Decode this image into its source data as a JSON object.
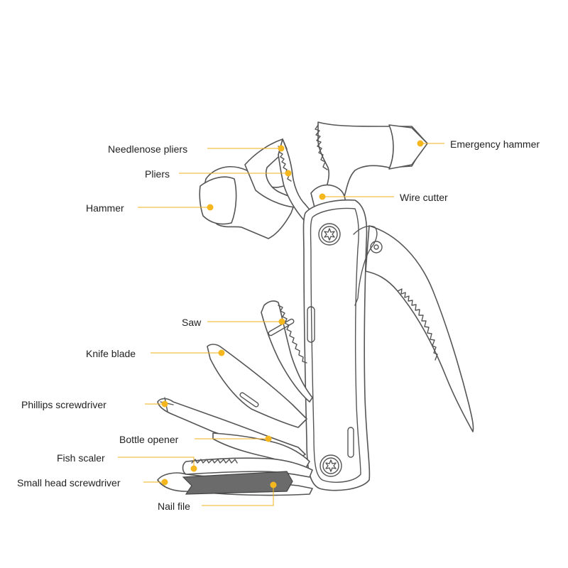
{
  "colors": {
    "leader": "#f2b11b",
    "dot": "#f5b71e",
    "outline": "#555555",
    "nail_file": "#6b6b6b"
  },
  "callouts": [
    {
      "id": "needlenose-pliers",
      "label": "Needlenose pliers"
    },
    {
      "id": "pliers",
      "label": "Pliers"
    },
    {
      "id": "hammer",
      "label": "Hammer"
    },
    {
      "id": "emergency-hammer",
      "label": "Emergency hammer"
    },
    {
      "id": "wire-cutter",
      "label": "Wire cutter"
    },
    {
      "id": "saw",
      "label": "Saw"
    },
    {
      "id": "knife-blade",
      "label": "Knife blade"
    },
    {
      "id": "phillips-screwdriver",
      "label": "Phillips screwdriver"
    },
    {
      "id": "bottle-opener",
      "label": "Bottle opener"
    },
    {
      "id": "fish-scaler",
      "label": "Fish scaler"
    },
    {
      "id": "small-head-screwdriver",
      "label": "Small head screwdriver"
    },
    {
      "id": "nail-file",
      "label": "Nail file"
    }
  ]
}
